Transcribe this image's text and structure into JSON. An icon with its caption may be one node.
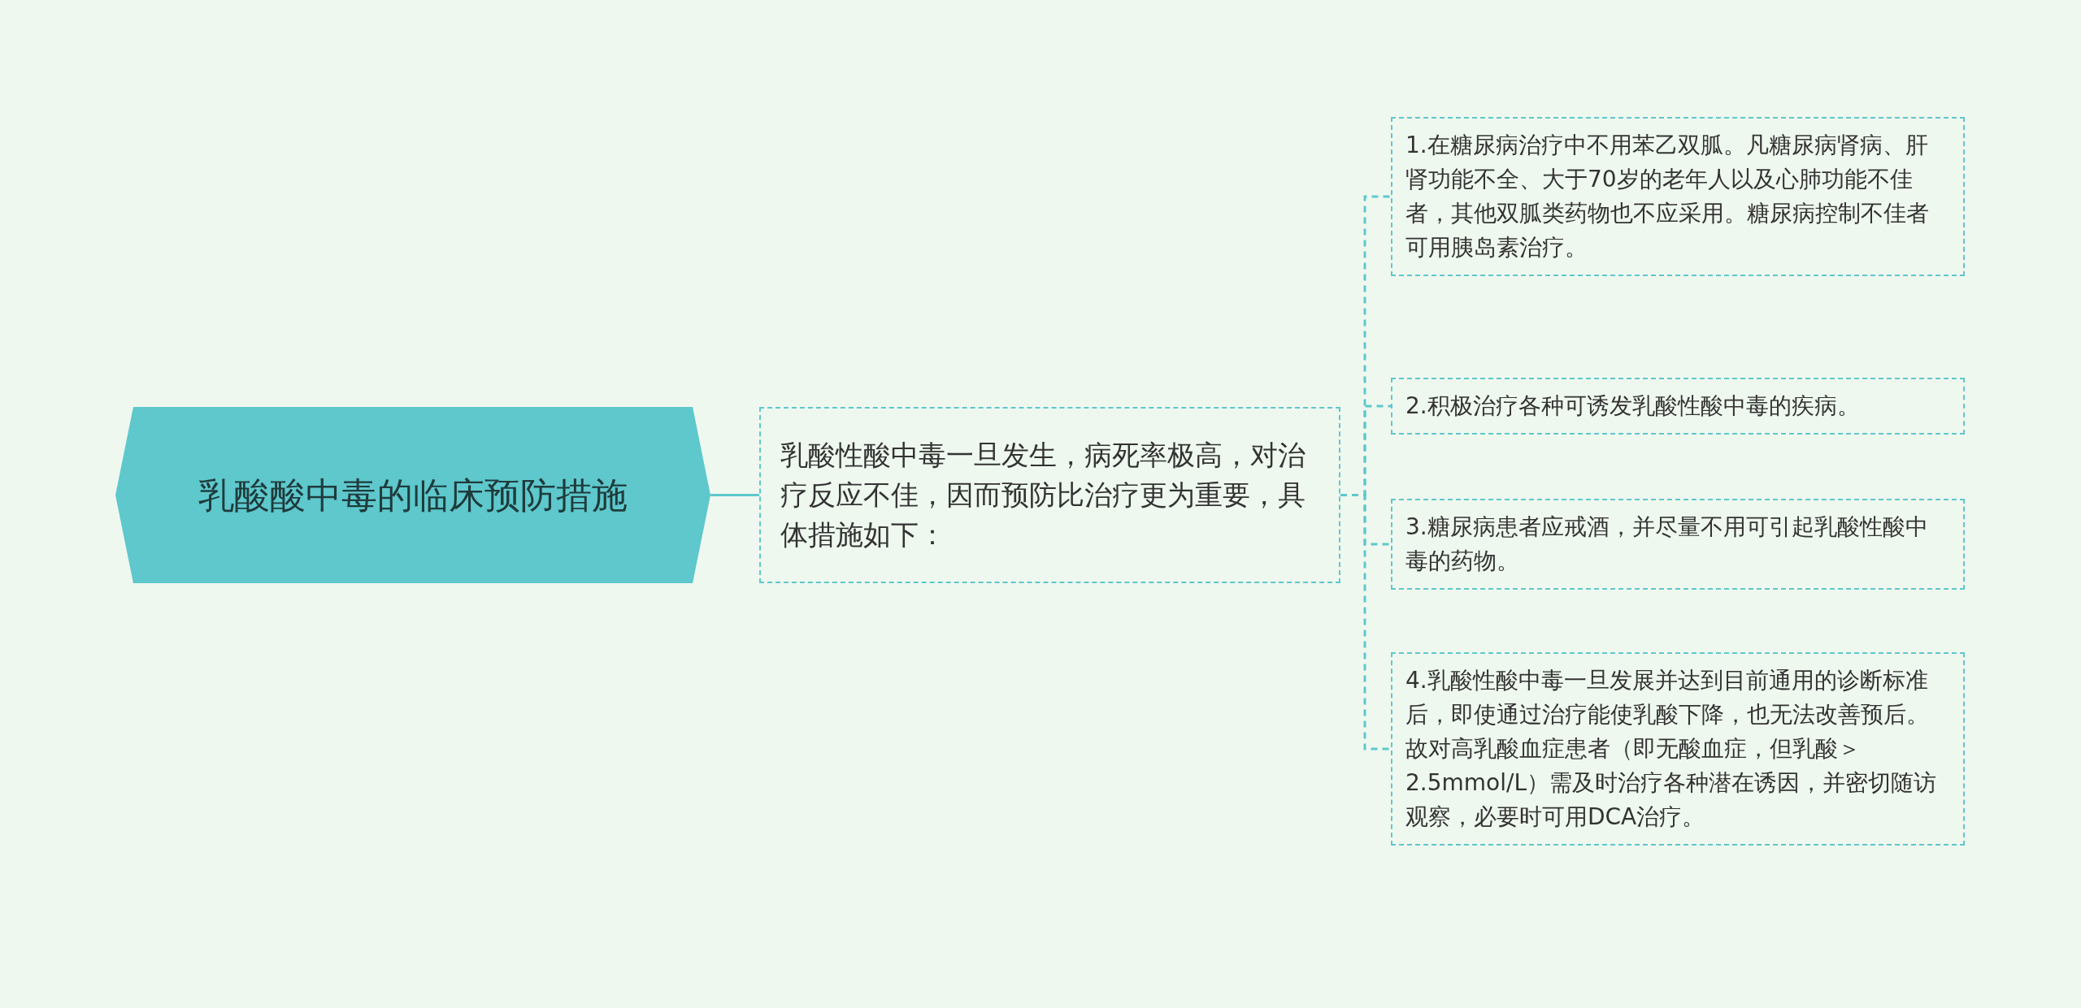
{
  "diagram": {
    "nodes": [
      {
        "text": [
          "乳酸酸中毒的临床预防措施"
        ]
      },
      {
        "text": [
          "乳酸性酸中毒一旦发生，病死率极高，对治疗反应不佳，因而预防比治疗更为重要，具体措施如下："
        ]
      },
      {
        "text": [
          "1.在糖尿病治疗中不用苯乙双胍。凡糖尿病肾病、肝肾功能不全、大于70岁的老年人以及心肺功能不佳者，其他双胍类药物也不应采用。糖尿病控制不佳者可用胰岛素治疗。"
        ]
      },
      {
        "text": [
          "2.积极治疗各种可诱发乳酸性酸中毒的疾病。"
        ]
      },
      {
        "text": [
          "3.糖尿病患者应戒酒，并尽量不用可引起乳酸性酸中毒的药物。"
        ]
      },
      {
        "text": [
          "4.乳酸性酸中毒一旦发展并达到目前通用的诊断标准后，即使通过治疗能使乳酸下降，也无法改善预后。故对高乳酸血症患者（即无酸血症，但乳酸＞2.5mmol/L）需及时治疗各种潜在诱因，并密切随访观察，必要时可用DCA治疗。"
        ]
      }
    ],
    "edges": [
      {
        "from": 0,
        "to": 1,
        "arrow": "none"
      },
      {
        "from": 1,
        "to": 2,
        "arrow": "none",
        "style": "dashed"
      },
      {
        "from": 1,
        "to": 3,
        "arrow": "none",
        "style": "dashed"
      },
      {
        "from": 1,
        "to": 4,
        "arrow": "none",
        "style": "dashed"
      },
      {
        "from": 1,
        "to": 5,
        "arrow": "none",
        "style": "dashed"
      }
    ]
  }
}
